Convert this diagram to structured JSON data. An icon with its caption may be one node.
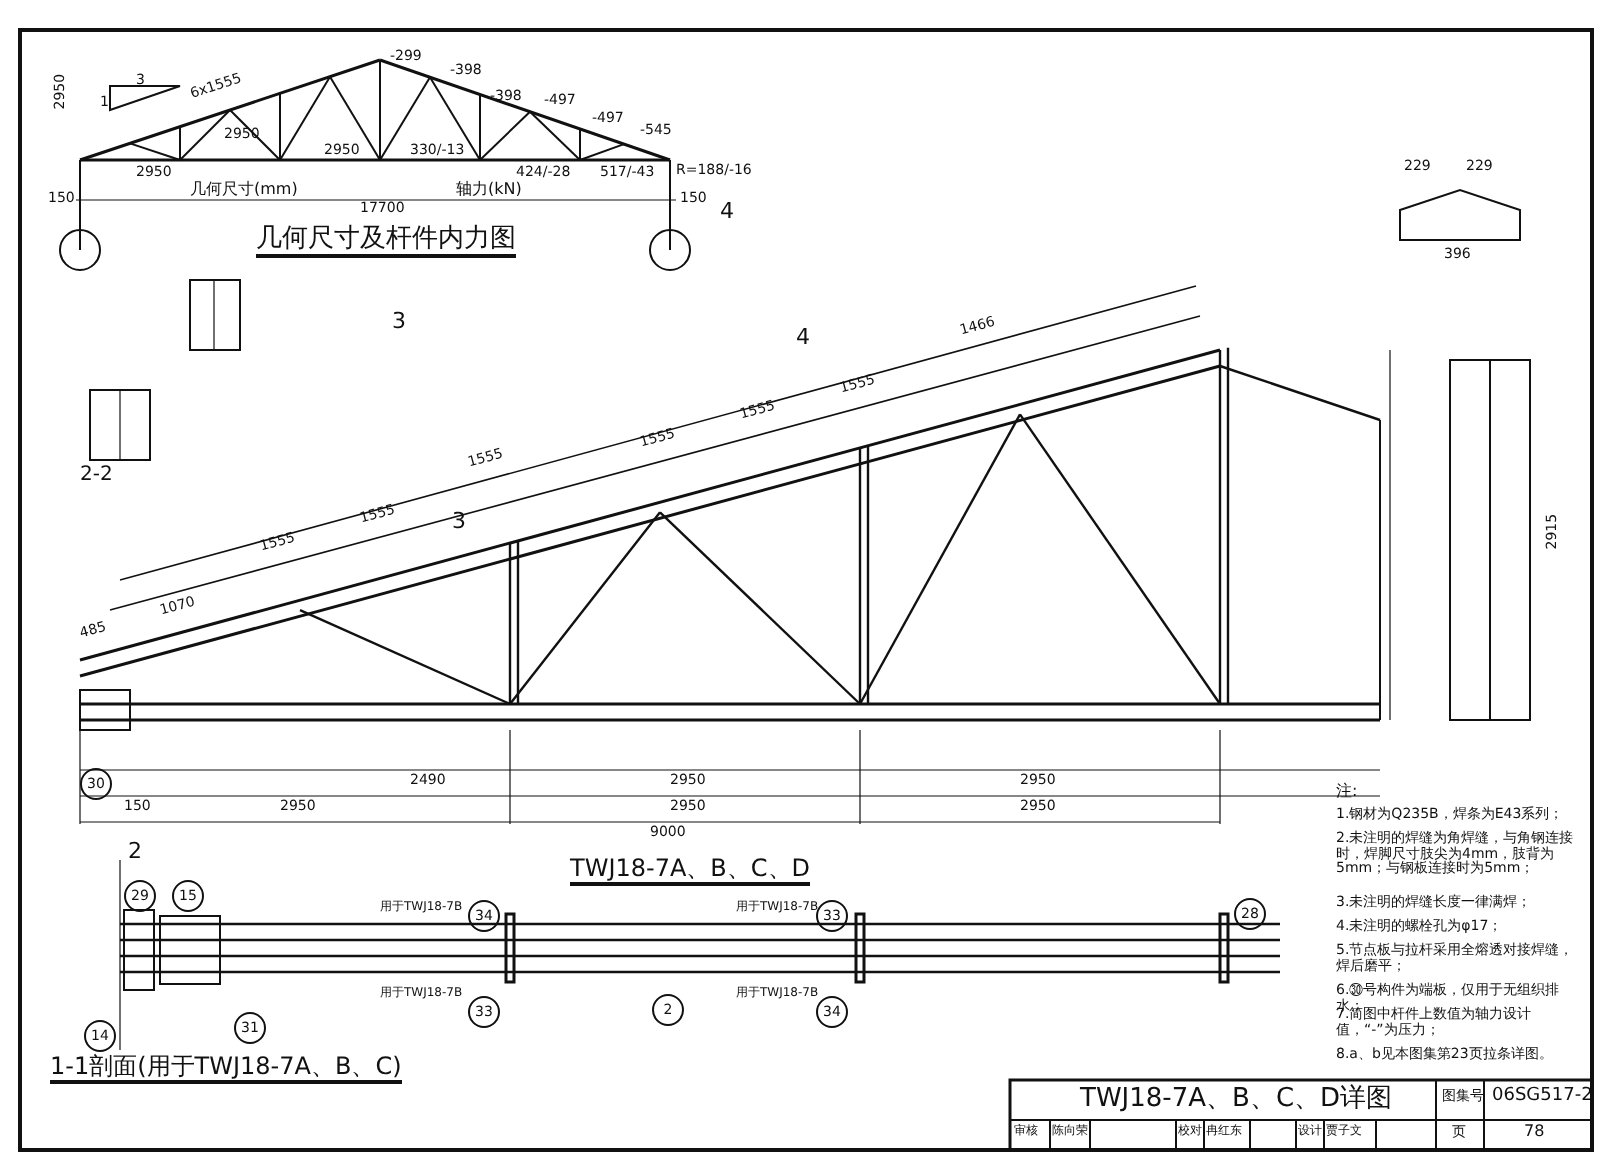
{
  "diagram": {
    "labels": [
      "2950",
      "3",
      "1",
      "6x1555",
      "-299",
      "-398",
      "-398",
      "-497",
      "-497",
      "-545",
      "2950",
      "2950",
      "2950",
      "330/-13",
      "424/-28",
      "517/-43",
      "几何尺寸(mm)",
      "轴力(kN)",
      "R=188/-16",
      "150",
      "17700",
      "150",
      "几何尺寸及杆件内力图",
      "2-2",
      "3",
      "3",
      "4",
      "4",
      "229",
      "229",
      "396",
      "2915",
      "2490",
      "2950",
      "2950",
      "150",
      "2950",
      "2950",
      "2950",
      "9000",
      "TWJ18-7A、B、C、D",
      "2",
      "用于TWJ18-7B",
      "34",
      "用于TWJ18-7B",
      "33",
      "28",
      "29",
      "15",
      "33",
      "用于TWJ18-7B",
      "2",
      "用于TWJ18-7B",
      "34",
      "14",
      "31",
      "30",
      "1-1剖面(用于TWJ18-7A、B、C)",
      "注:",
      "1.钢材为Q235B，焊条为E43系列；",
      "2.未注明的焊缝为角焊缝，与角钢连接时，焊脚尺寸肢尖为4mm，肢背为5mm；与钢板连接时为5mm；",
      "3.未注明的焊缝长度一律满焊；",
      "4.未注明的螺栓孔为φ17；",
      "5.节点板与拉杆采用全熔透对接焊缝，焊后磨平；",
      "6.㉚号构件为端板，仅用于无组织排水；",
      "7.简图中杆件上数值为轴力设计值，“-”为压力；",
      "8.a、b见本图集第23页拉条详图。",
      "TWJ18-7A、B、C、D详图",
      "图集号",
      "06SG517-2",
      "审核",
      "陈向荣",
      "校对",
      "冉红东",
      "设计",
      "贾子文",
      "页",
      "78",
      "1555",
      "1555",
      "1555",
      "1555",
      "1555",
      "1555",
      "1070",
      "485",
      "1466"
    ]
  }
}
